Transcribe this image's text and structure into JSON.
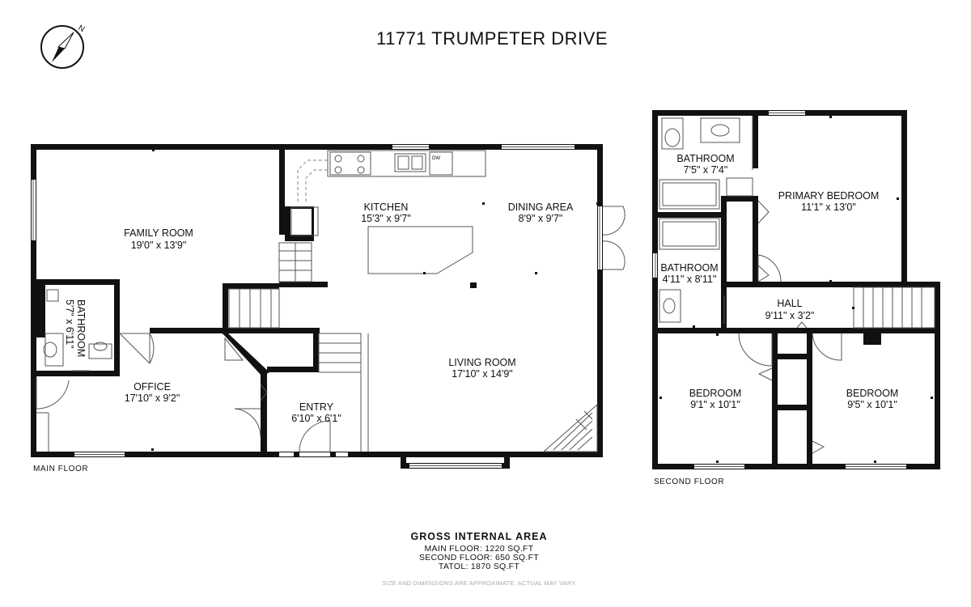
{
  "title": "11771 TRUMPETER DRIVE",
  "compass": {
    "north_label": "N"
  },
  "floors": {
    "main": {
      "label": "MAIN FLOOR",
      "rooms": {
        "family_room": {
          "name": "FAMILY ROOM",
          "dims": "19'0\" x 13'9\""
        },
        "kitchen": {
          "name": "KITCHEN",
          "dims": "15'3\" x 9'7\""
        },
        "dining_area": {
          "name": "DINING AREA",
          "dims": "8'9\" x 9'7\""
        },
        "bathroom": {
          "name": "BATHROOM",
          "dims": "5'7\" x 6'11\""
        },
        "office": {
          "name": "OFFICE",
          "dims": "17'10\" x 9'2\""
        },
        "entry": {
          "name": "ENTRY",
          "dims": "6'10\" x 6'1\""
        },
        "living_room": {
          "name": "LIVING ROOM",
          "dims": "17'10\" x 14'9\""
        }
      },
      "appliance_dw": "DW"
    },
    "second": {
      "label": "SECOND FLOOR",
      "rooms": {
        "bathroom_1": {
          "name": "BATHROOM",
          "dims": "7'5\" x 7'4\""
        },
        "primary_bedroom": {
          "name": "PRIMARY BEDROOM",
          "dims": "11'1\" x 13'0\""
        },
        "bathroom_2": {
          "name": "BATHROOM",
          "dims": "4'11\" x 8'11\""
        },
        "hall": {
          "name": "HALL",
          "dims": "9'11\" x 3'2\""
        },
        "bedroom_1": {
          "name": "BEDROOM",
          "dims": "9'1\" x 10'1\""
        },
        "bedroom_2": {
          "name": "BEDROOM",
          "dims": "9'5\" x 10'1\""
        }
      }
    }
  },
  "area_summary": {
    "heading": "GROSS INTERNAL AREA",
    "main_floor": "MAIN FLOOR: 1220 SQ.FT",
    "second_floor": "SECOND FLOOR:  650  SQ.FT",
    "total": "TATOL: 1870 SQ.FT",
    "disclaimer": "SIZE AND DIMENSIONS ARE APPROXIMATE, ACTUAL MAY VARY"
  }
}
